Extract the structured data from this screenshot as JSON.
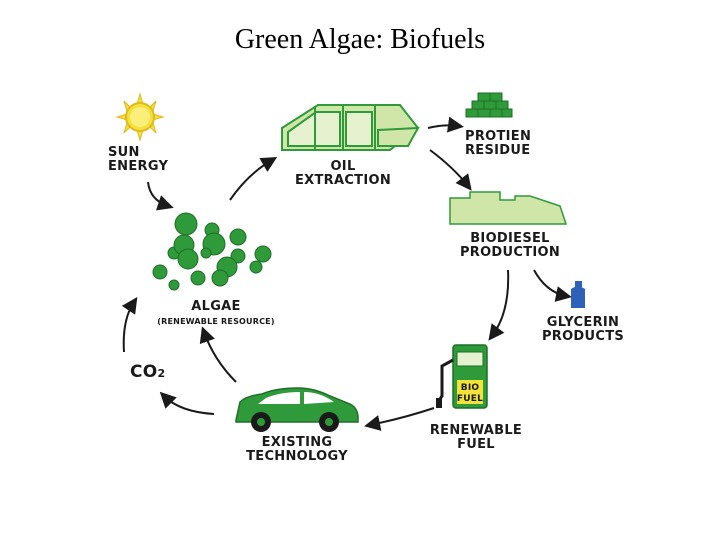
{
  "title": "Green Algae: Biofuels",
  "nodes": {
    "sun": [
      "SUN",
      "ENERGY"
    ],
    "oil": [
      "OIL",
      "EXTRACTION"
    ],
    "protein": [
      "PROTIEN",
      "RESIDUE"
    ],
    "biodiesel": [
      "BIODIESEL",
      "PRODUCTION"
    ],
    "glycerin": [
      "GLYCERIN",
      "PRODUCTS"
    ],
    "renewable": [
      "RENEWABLE",
      "FUEL"
    ],
    "pump": [
      "BIO",
      "FUEL"
    ],
    "existing": [
      "EXISTING",
      "TECHNOLOGY"
    ],
    "co2": "CO",
    "co2_sub": "2",
    "algae": "ALGAE",
    "algae_sub": "(RENEWABLE RESOURCE)"
  },
  "colors": {
    "green": "#2f9a3a",
    "light_green": "#cfe6a8",
    "dark": "#1a1a1a",
    "sun": "#f3e23a",
    "bottle": "#2d62b8"
  }
}
